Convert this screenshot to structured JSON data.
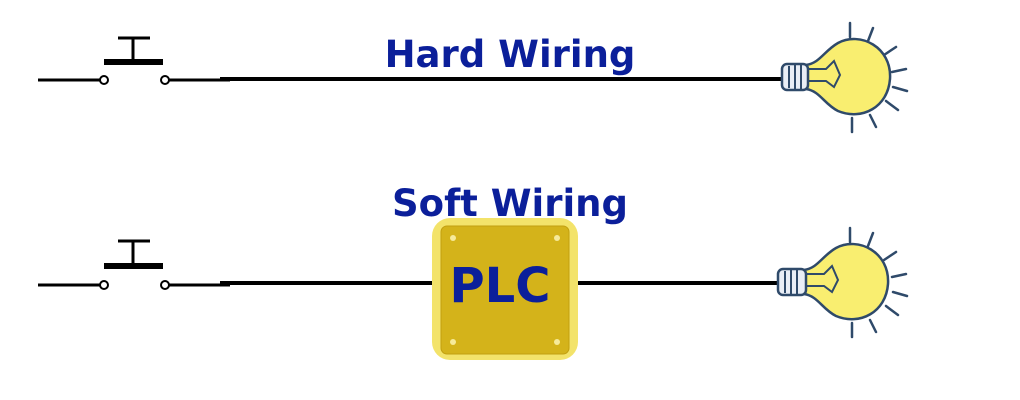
{
  "hard_wiring": {
    "label": "Hard Wiring"
  },
  "soft_wiring": {
    "label": "Soft Wiring",
    "controller_label": "PLC"
  },
  "colors": {
    "label_text": "#0b1f9a",
    "wire": "#000000",
    "plc_outer": "#f3e36a",
    "plc_body": "#d4b31a",
    "plc_screw": "#f6ea9a",
    "bulb_glass": "#f9ee70",
    "bulb_outline": "#2f4a6a",
    "bulb_base": "#e9eef6"
  }
}
